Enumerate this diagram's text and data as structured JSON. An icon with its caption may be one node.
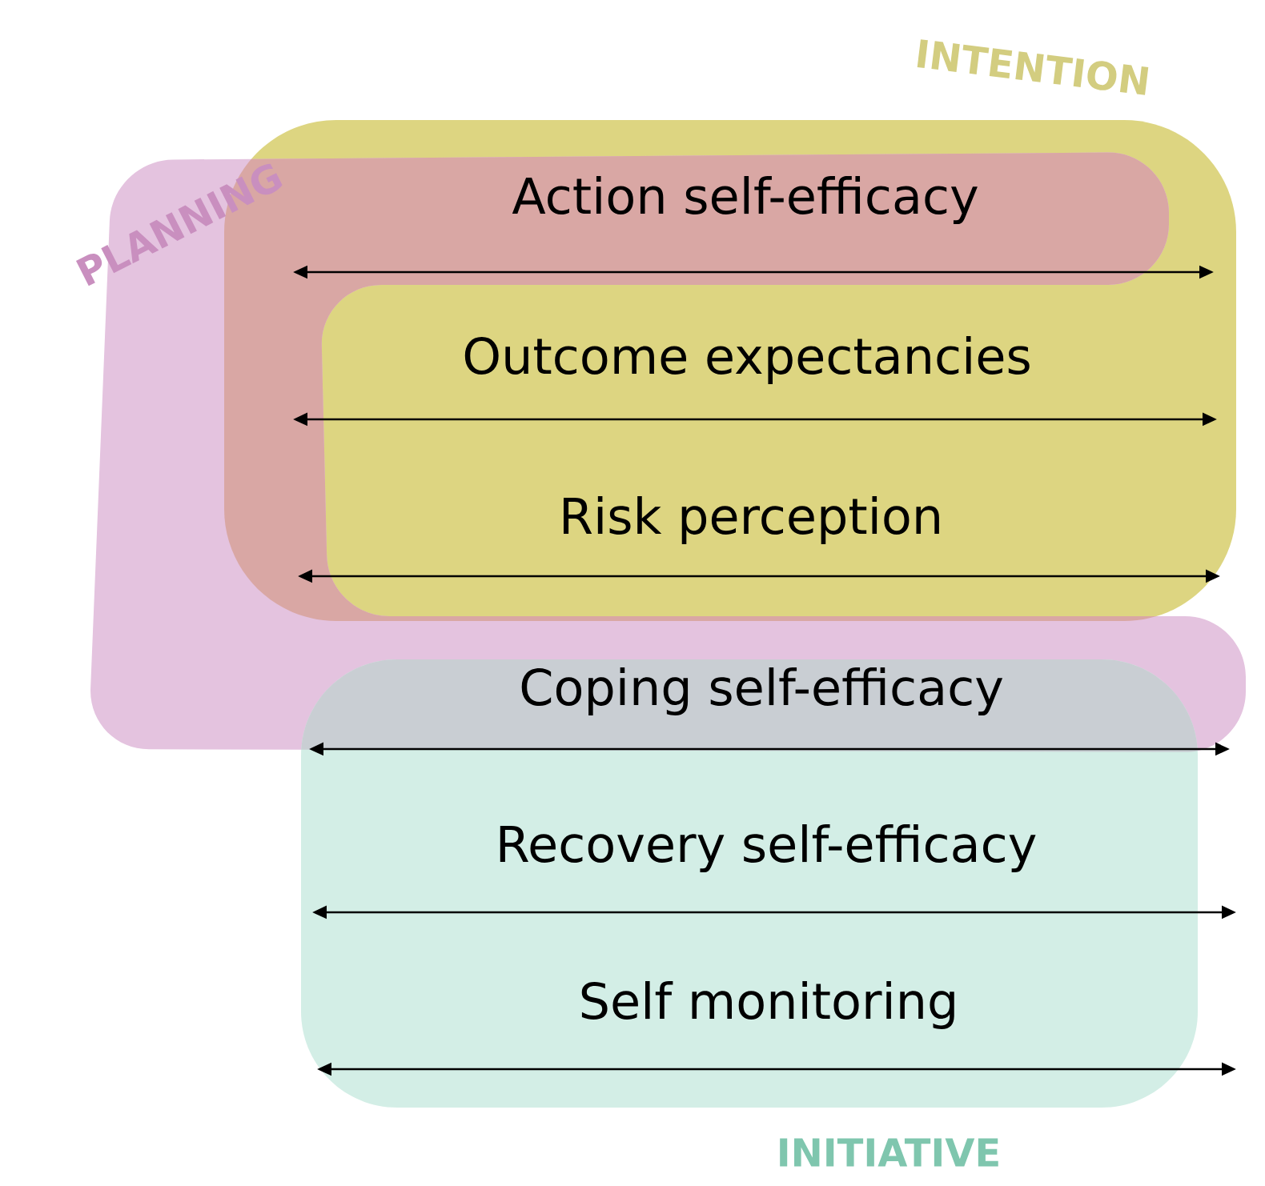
{
  "diagram": {
    "nodes": [
      {
        "text": [
          "INTENTION"
        ]
      },
      {
        "text": [
          "PLANNING"
        ]
      },
      {
        "text": [
          "INITIATIVE"
        ]
      }
    ],
    "labels": [
      "Action self-efficacy",
      "Outcome expectancies",
      "Risk perception",
      "Coping self-efficacy",
      "Recovery self-efficacy",
      "Self monitoring"
    ]
  }
}
